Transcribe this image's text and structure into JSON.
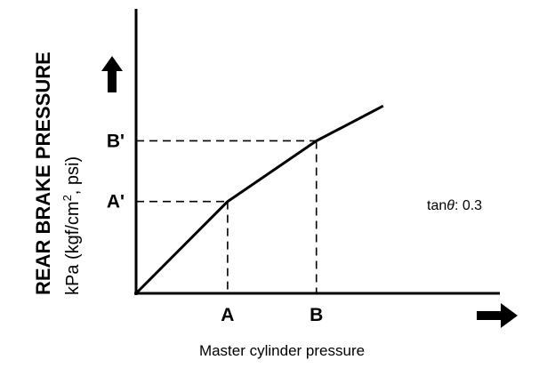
{
  "chart_data": {
    "type": "line",
    "title": "",
    "xlabel": "Master cylinder pressure",
    "ylabel_main": "REAR BRAKE PRESSURE",
    "ylabel_unit_prefix": "kPa (kgf/cm",
    "ylabel_unit_sup": "2",
    "ylabel_unit_suffix": ", psi)",
    "x_ticks": [
      "A",
      "B"
    ],
    "y_ticks": [
      "A'",
      "B'"
    ],
    "annotation_prefix": "tan",
    "annotation_theta": "θ",
    "annotation_value": ": 0.3",
    "series": [
      {
        "points": [
          [
            0,
            0
          ],
          [
            1,
            1
          ],
          [
            1.97,
            1.66
          ],
          [
            2.7,
            2.04
          ]
        ]
      }
    ],
    "guides": [
      {
        "x": 1,
        "y": 1,
        "x_label": "A",
        "y_label": "A'"
      },
      {
        "x": 1.97,
        "y": 1.66,
        "x_label": "B",
        "y_label": "B'"
      }
    ],
    "xlim": [
      0,
      3.8
    ],
    "ylim": [
      0,
      3.0
    ],
    "grid": false,
    "legend": "none"
  }
}
